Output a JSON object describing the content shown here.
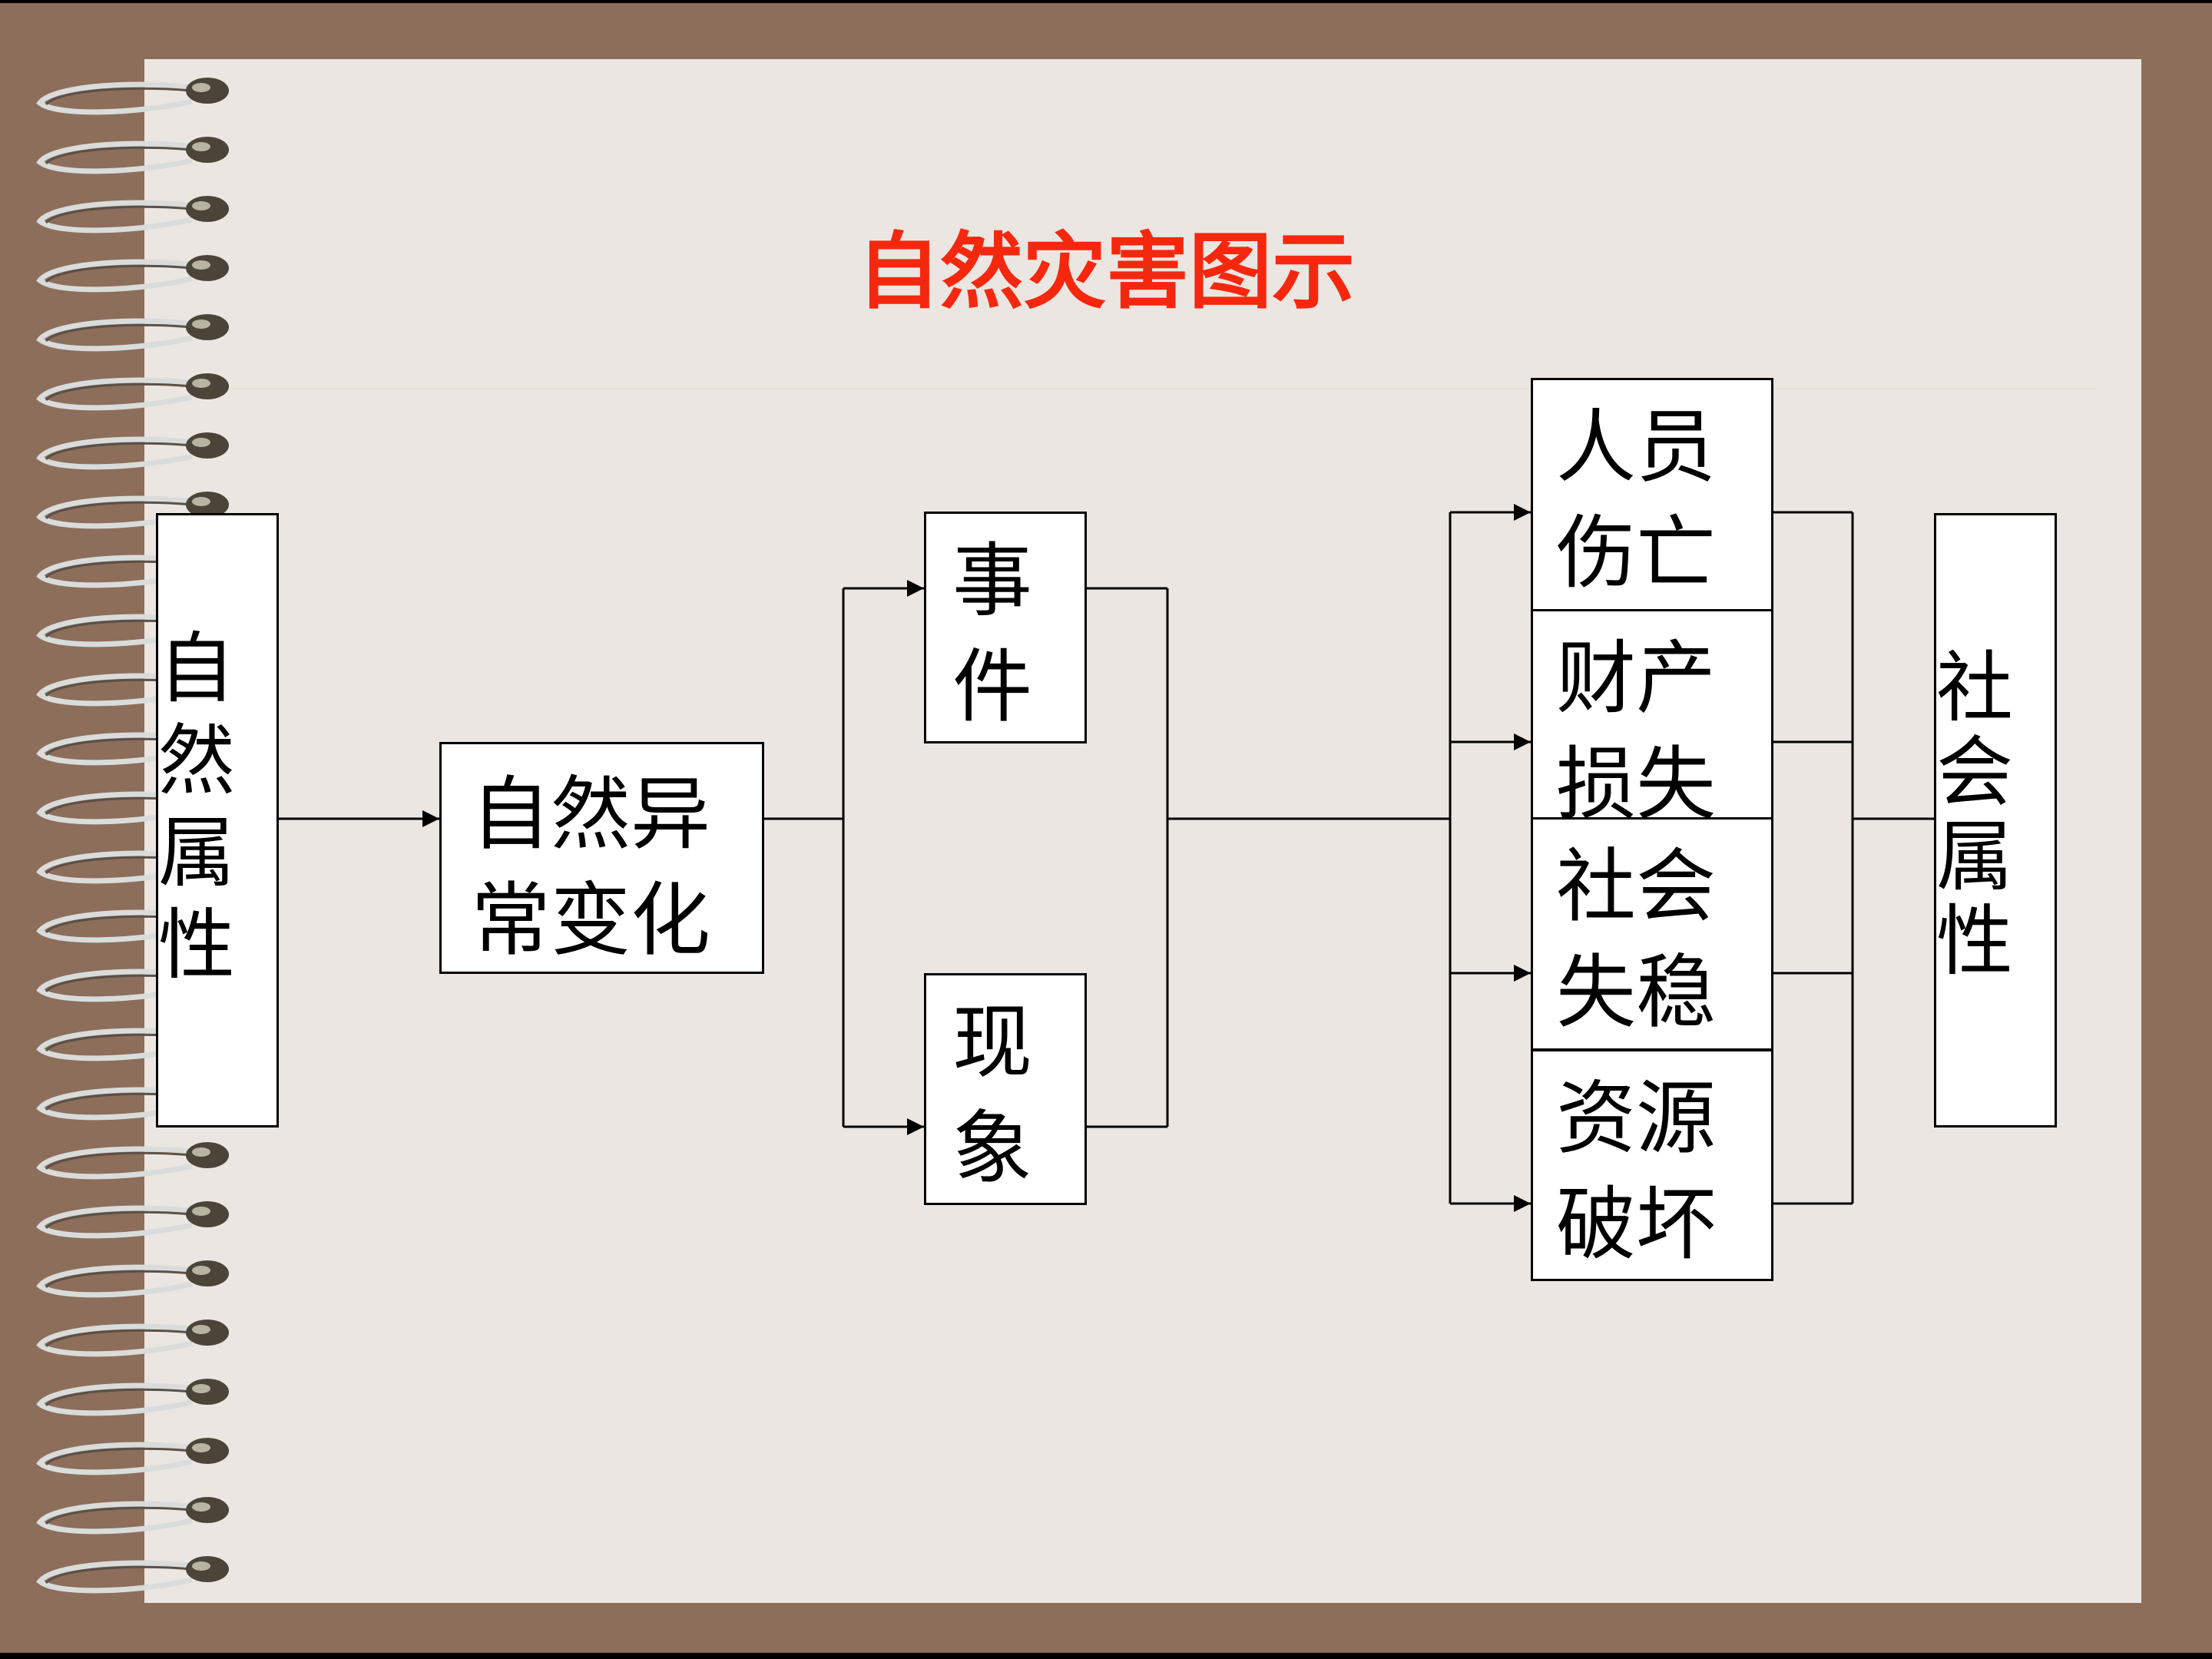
{
  "slide": {
    "title": "自然灾害图示",
    "natural_attribute": "自\n然\n属\n性",
    "anomaly": "自然异\n常变化",
    "event": "事\n件",
    "phenomenon": "现\n象",
    "consequences": [
      "人员\n伤亡",
      "财产\n损失",
      "社会\n失稳",
      "资源\n破坏"
    ],
    "social_attribute": "社\n会\n属\n性"
  },
  "colors": {
    "frame": "#8d6e5a",
    "paper": "#ebe6e1",
    "title": "#f5280f",
    "line": "#000000"
  }
}
